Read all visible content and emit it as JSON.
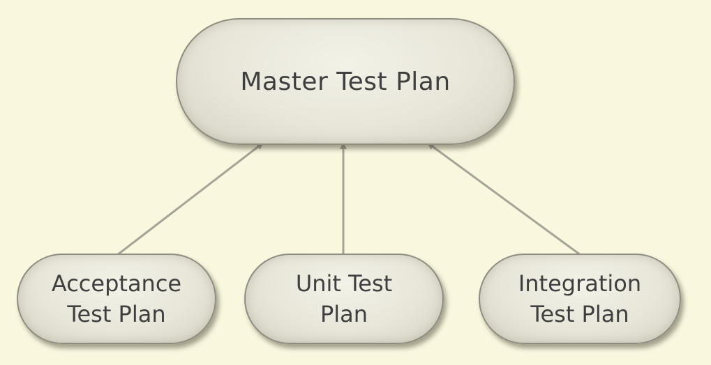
{
  "diagram": {
    "root": {
      "label": "Master Test Plan"
    },
    "children": [
      {
        "label_line1": "Acceptance",
        "label_line2": "Test Plan"
      },
      {
        "label_line1": "Unit Test",
        "label_line2": "Plan"
      },
      {
        "label_line1": "Integration",
        "label_line2": "Test Plan"
      }
    ],
    "edges": [
      {
        "from": "Acceptance Test Plan",
        "to": "Master Test Plan"
      },
      {
        "from": "Unit Test Plan",
        "to": "Master Test Plan"
      },
      {
        "from": "Integration Test Plan",
        "to": "Master Test Plan"
      }
    ],
    "colors": {
      "background": "#f9f7de",
      "node_fill": "#e8e6d9",
      "node_border": "#8f8c80",
      "edge": "#a6a397",
      "text": "#3f3f3f"
    }
  }
}
